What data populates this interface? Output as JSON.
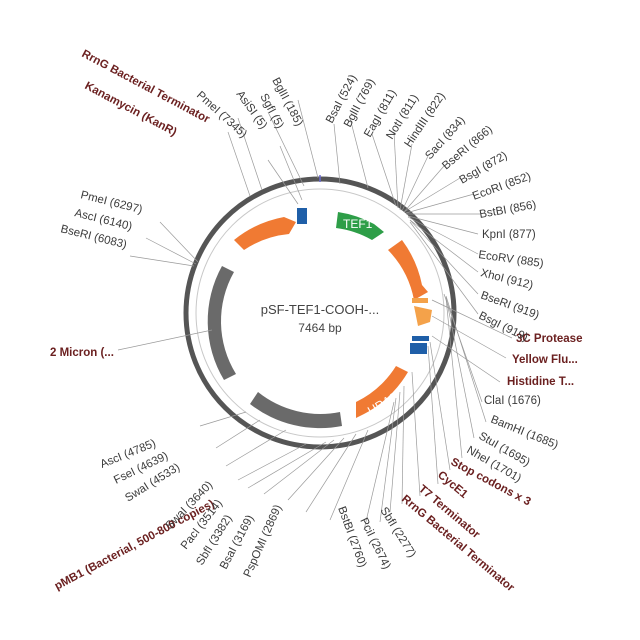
{
  "plasmid": {
    "name": "pSF-TEF1-COOH-...",
    "length": "7464 bp"
  },
  "colors": {
    "backbone": "#555555",
    "orange": "#f07a33",
    "orange_light": "#f4a24a",
    "green": "#2e9e48",
    "blue": "#1f5fa8",
    "gray_feature": "#6a6a6a",
    "feature_text": "#6b2020",
    "site_text": "#3b3b3b"
  },
  "features": [
    {
      "label": "RrnG Bacterial Terminator"
    },
    {
      "label": "Kanamycin (KanR)"
    },
    {
      "label": "2 Micron (..."
    },
    {
      "label": "pMB1 (Bacterial, 500-800 copies)"
    },
    {
      "label": "RrnG Bacterial Terminator"
    },
    {
      "label": "T7 Terminator"
    },
    {
      "label": "CycE1"
    },
    {
      "label": "Stop codons x 3"
    },
    {
      "label": "Histidine T..."
    },
    {
      "label": "Yellow Flu..."
    },
    {
      "label": "3C Protease"
    }
  ],
  "inner_labels": {
    "tef1": "TEF1",
    "ura3": "URA3"
  },
  "sites": [
    {
      "label": "BglII (185)"
    },
    {
      "label": "SgfI (5)"
    },
    {
      "label": "AsiSI (5)"
    },
    {
      "label": "PmeI (7345)"
    },
    {
      "label": "BsaI (524)"
    },
    {
      "label": "BglII (769)"
    },
    {
      "label": "EagI (811)"
    },
    {
      "label": "NotI (811)"
    },
    {
      "label": "HindIII (822)"
    },
    {
      "label": "SacI (834)"
    },
    {
      "label": "BseRI (866)"
    },
    {
      "label": "BsgI (872)"
    },
    {
      "label": "EcoRI (852)"
    },
    {
      "label": "BstBI (856)"
    },
    {
      "label": "KpnI (877)"
    },
    {
      "label": "EcoRV (885)"
    },
    {
      "label": "XhoI (912)"
    },
    {
      "label": "BseRI (919)"
    },
    {
      "label": "BsgI (919)"
    },
    {
      "label": "ClaI (1676)"
    },
    {
      "label": "BamHI (1685)"
    },
    {
      "label": "StuI (1695)"
    },
    {
      "label": "NheI (1701)"
    },
    {
      "label": "PmeI (6297)"
    },
    {
      "label": "AscI (6140)"
    },
    {
      "label": "BseRI (6083)"
    },
    {
      "label": "AscI (4785)"
    },
    {
      "label": "FseI (4639)"
    },
    {
      "label": "SwaI (4533)"
    },
    {
      "label": "SwaI (3640)"
    },
    {
      "label": "PacI (3514)"
    },
    {
      "label": "SbfI (3382)"
    },
    {
      "label": "BsaI (3169)"
    },
    {
      "label": "PspOMI (2869)"
    },
    {
      "label": "BstBI (2760)"
    },
    {
      "label": "PciI (2674)"
    },
    {
      "label": "SbfI (2277)"
    }
  ]
}
